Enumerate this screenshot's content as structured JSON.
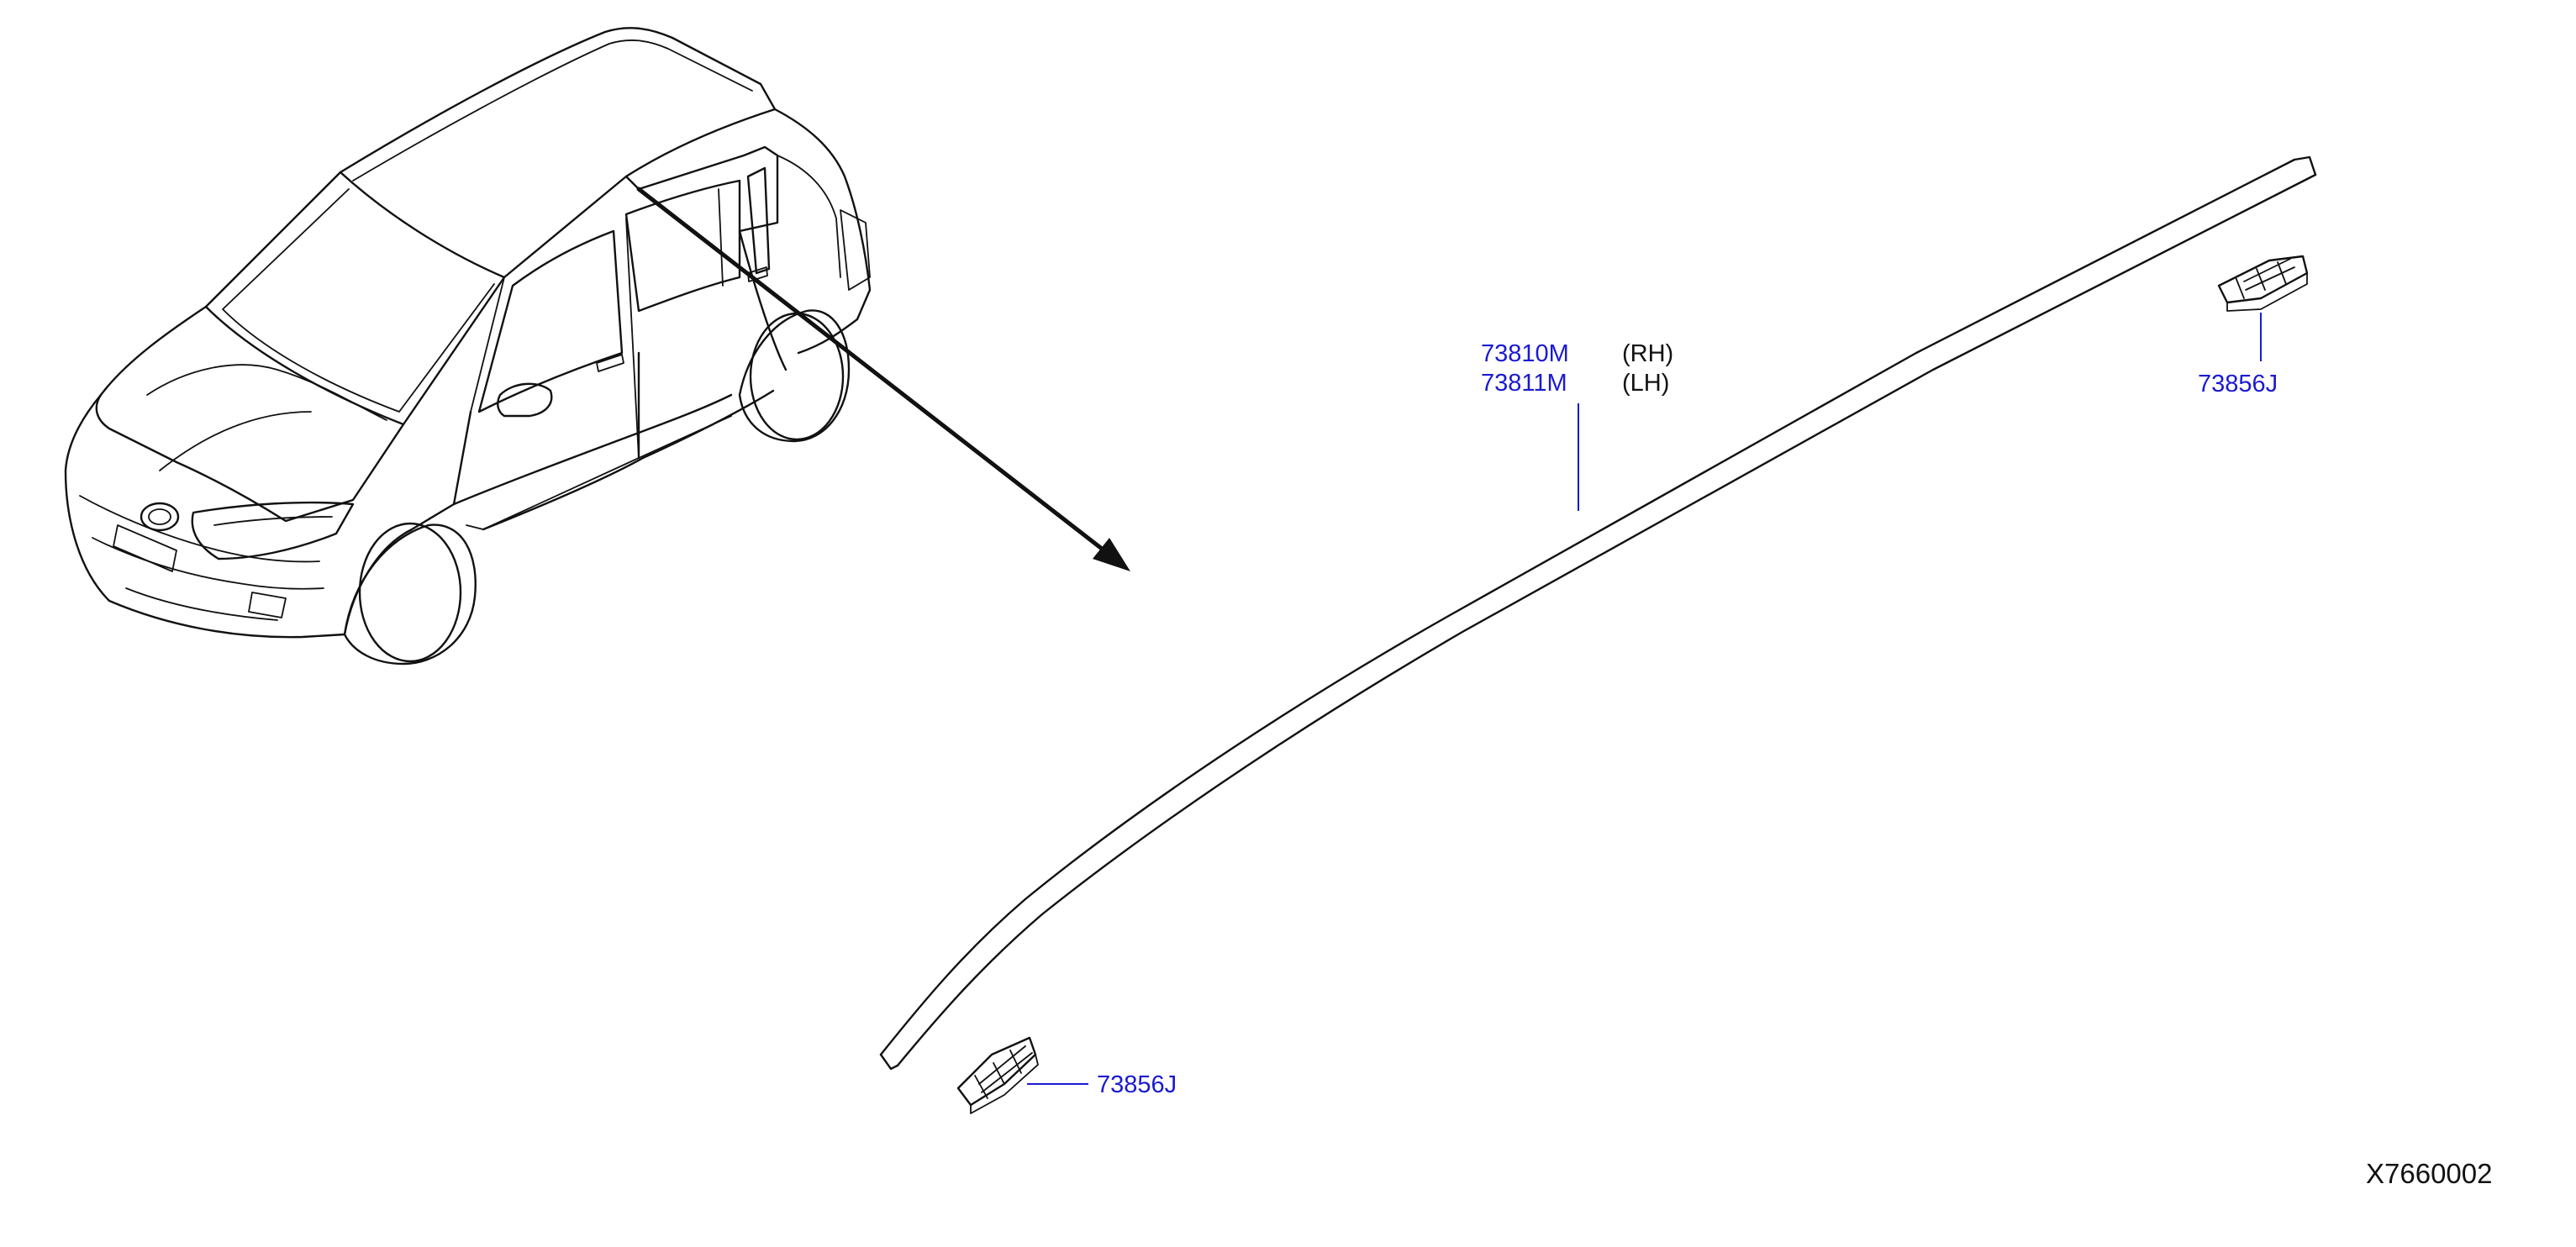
{
  "diagram": {
    "colors": {
      "part_number": "#1a1ad2",
      "ink": "#111111",
      "background": "#ffffff"
    },
    "parts": [
      {
        "id": "molding_rh",
        "number": "73810M",
        "side": "(RH)"
      },
      {
        "id": "molding_lh",
        "number": "73811M",
        "side": "(LH)"
      },
      {
        "id": "clip_rear",
        "number": "73856J"
      },
      {
        "id": "clip_front",
        "number": "73856J"
      }
    ],
    "drawing_code": "X7660002",
    "icons": [
      "vehicle-hatchback-illustration",
      "roof-molding-illustration",
      "molding-clip-illustration",
      "pointer-arrow"
    ]
  }
}
